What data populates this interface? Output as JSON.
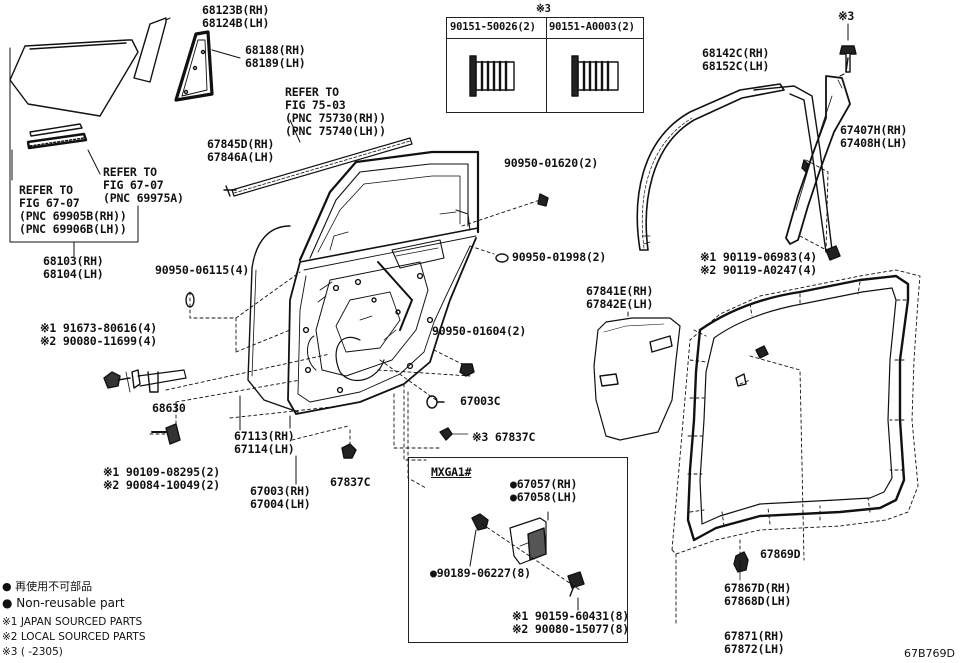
{
  "labels": {
    "l_68123": [
      "68123B(RH)",
      "68124B(LH)"
    ],
    "l_68188": [
      "68188(RH)",
      "68189(LH)"
    ],
    "l_refer75": [
      "REFER TO",
      "FIG 75-03",
      "(PNC 75730(RH))",
      "(PNC 75740(LH))"
    ],
    "l_refer67a": [
      "REFER TO",
      "FIG 67-07",
      "(PNC 69975A)"
    ],
    "l_refer67b": [
      "REFER TO",
      "FIG 67-07",
      "(PNC 69905B(RH))",
      "(PNC 69906B(LH))"
    ],
    "l_68103": [
      "68103(RH)",
      "68104(LH)"
    ],
    "l_67845": [
      "67845D(RH)",
      "67846A(LH)"
    ],
    "l_90950_06115": [
      "90950-06115(4)"
    ],
    "l_91673": [
      "※1 91673-80616(4)",
      "※2 90080-11699(4)"
    ],
    "l_68630": [
      "68630"
    ],
    "l_90109": [
      "※1 90109-08295(2)",
      "※2 90084-10049(2)"
    ],
    "l_67113": [
      "67113(RH)",
      "67114(LH)"
    ],
    "l_67003": [
      "67003(RH)",
      "67004(LH)"
    ],
    "l_67837c_a": [
      "67837C"
    ],
    "l_67837c_b": [
      "※3 67837C"
    ],
    "l_67003c": [
      "67003C"
    ],
    "l_90950_01604": [
      "90950-01604(2)"
    ],
    "l_90950_01620": [
      "90950-01620(2)"
    ],
    "l_90950_01998": [
      "90950-01998(2)"
    ],
    "l_67841": [
      "67841E(RH)",
      "67842E(LH)"
    ],
    "l_68142": [
      "68142C(RH)",
      "68152C(LH)"
    ],
    "l_s3top": [
      "※3"
    ],
    "l_67407": [
      "67407H(RH)",
      "67408H(LH)"
    ],
    "l_90119": [
      "※1 90119-06983(4)",
      "※2 90119-A0247(4)"
    ],
    "l_67869": [
      "67869D"
    ],
    "l_67867": [
      "67867D(RH)",
      "67868D(LH)"
    ],
    "l_67871": [
      "67871(RH)",
      "67872(LH)"
    ],
    "l_mxga": [
      "MXGA1#"
    ],
    "l_67057": [
      "●67057(RH)",
      "●67058(LH)"
    ],
    "l_90189": [
      "●90189-06227(8)"
    ],
    "l_90159": [
      "※1 90159-60431(8)",
      "※2 90080-15077(8)"
    ],
    "l_box_s3": [
      "※3"
    ],
    "l_box_p1": [
      "90151-50026(2)"
    ],
    "l_box_p2": [
      "90151-A0003(2)"
    ]
  },
  "legend": {
    "item1": "● 再使用不可部品",
    "item2": "● Non-reusable part",
    "item3": "※1 JAPAN SOURCED PARTS",
    "item4": "※2 LOCAL SOURCED PARTS",
    "item5": "※3 (      -2305)"
  },
  "figure_id": "67B769D"
}
